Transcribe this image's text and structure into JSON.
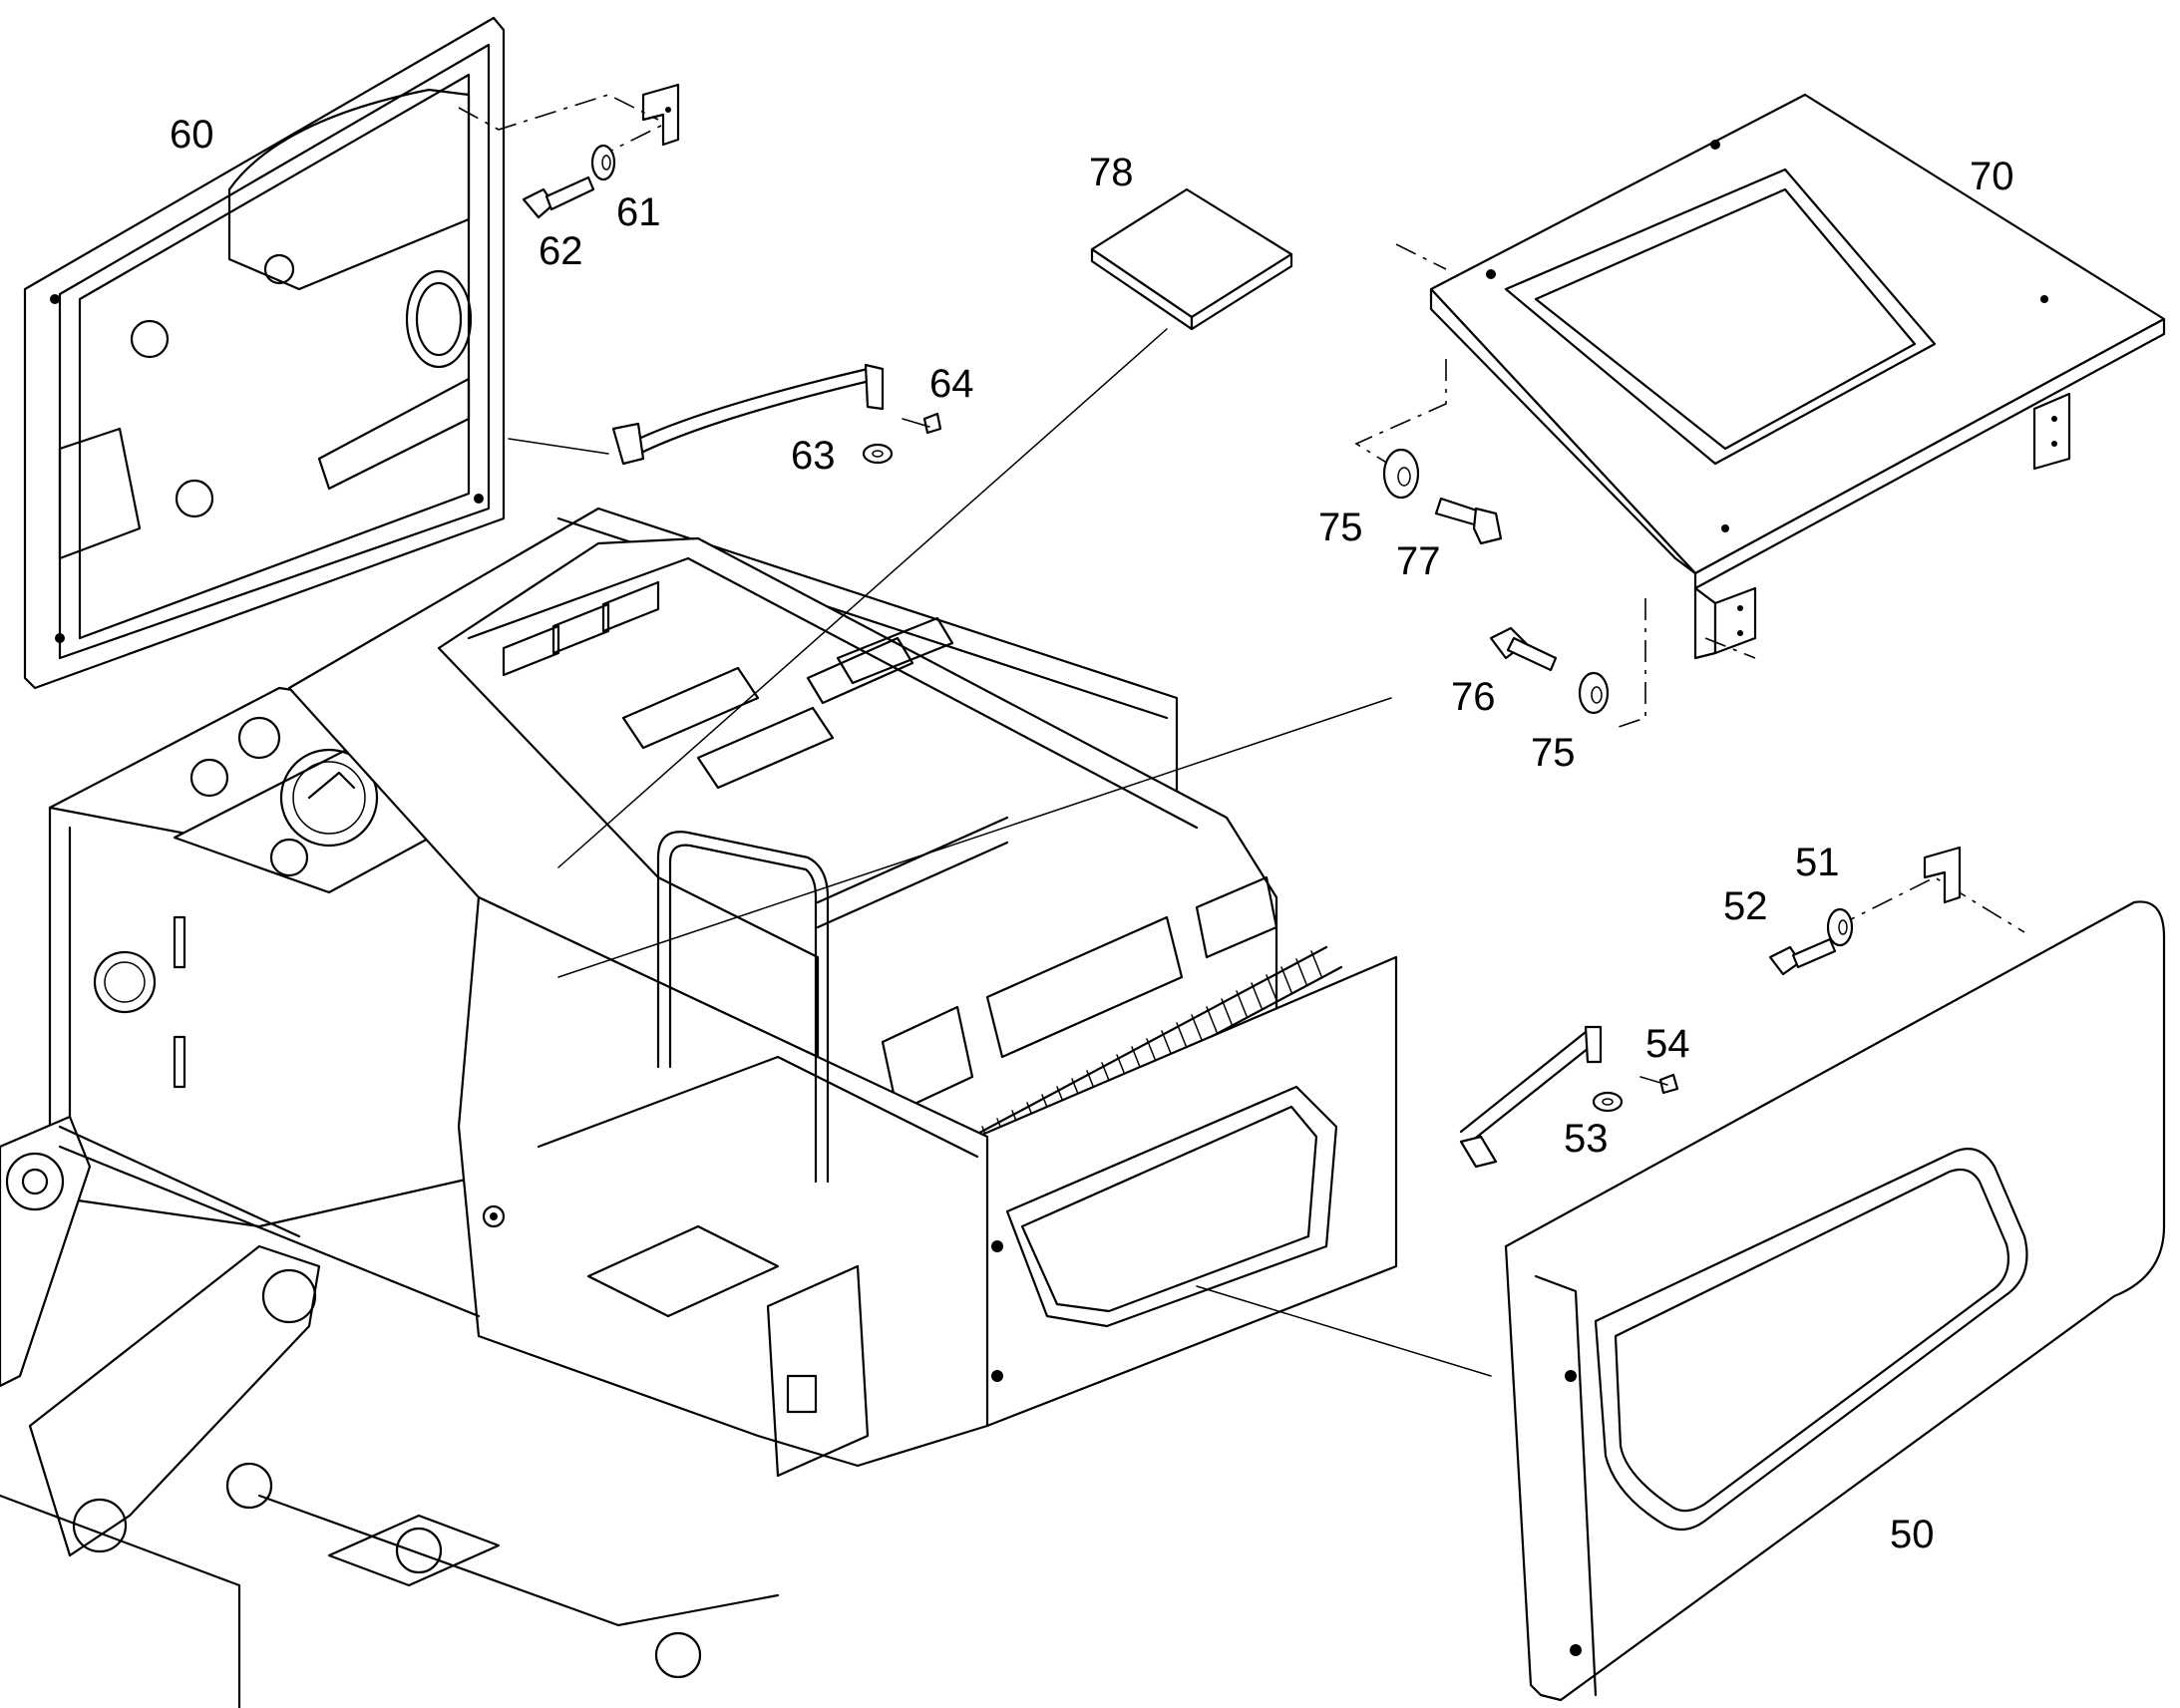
{
  "callouts": [
    {
      "id": "c60",
      "label": "60"
    },
    {
      "id": "c61",
      "label": "61"
    },
    {
      "id": "c62",
      "label": "62"
    },
    {
      "id": "c63",
      "label": "63"
    },
    {
      "id": "c64",
      "label": "64"
    },
    {
      "id": "c78",
      "label": "78"
    },
    {
      "id": "c70",
      "label": "70"
    },
    {
      "id": "c75a",
      "label": "75"
    },
    {
      "id": "c77",
      "label": "77"
    },
    {
      "id": "c76",
      "label": "76"
    },
    {
      "id": "c75b",
      "label": "75"
    },
    {
      "id": "c51",
      "label": "51"
    },
    {
      "id": "c52",
      "label": "52"
    },
    {
      "id": "c54",
      "label": "54"
    },
    {
      "id": "c53",
      "label": "53"
    },
    {
      "id": "c50",
      "label": "50"
    }
  ]
}
